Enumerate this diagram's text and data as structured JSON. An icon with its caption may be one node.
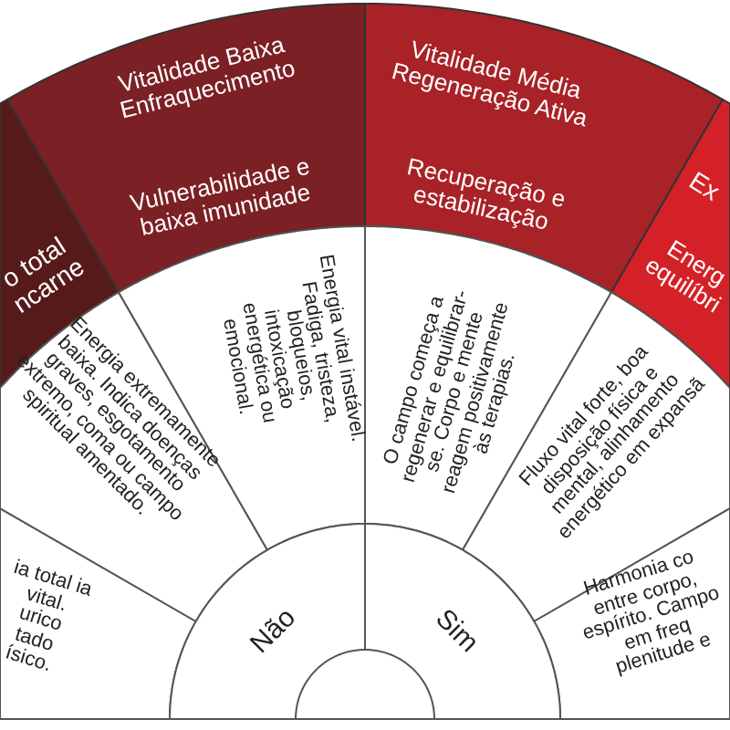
{
  "diagram": {
    "nodes": [
      {
        "text": [
          "o total ncarne"
        ]
      },
      {
        "text": [
          "Vitalidade Baixa Enfraquecimento",
          "Vulnerabilidade e baixa imunidade"
        ]
      },
      {
        "text": [
          "Vitalidade Média Regeneração Ativa",
          "Recuperação e estabilização"
        ]
      },
      {
        "text": [
          "Ex",
          "Energ equilíbri"
        ]
      },
      {
        "text": [
          "ia total ia vital. urico tado ísico."
        ]
      },
      {
        "text": [
          "Energia extremamente baixa. Indica doenças graves, esgotamento extremo, coma ou campo spiritual amentado."
        ]
      },
      {
        "text": [
          "Energia vital instável. Fadiga, tristeza, bloqueios, intoxicação energética ou emocional."
        ]
      },
      {
        "text": [
          "O campo começa a regenerar e equilibrar-se. Corpo e mente reagem positivamente às terapias."
        ]
      },
      {
        "text": [
          "Fluxo vital forte, boa disposição física e mental, alinhamento energético em expansã"
        ]
      },
      {
        "text": [
          "Harmonia co entre corpo, espírito. Campo em freq plenitude e"
        ]
      },
      {
        "text": [
          "Não"
        ]
      },
      {
        "text": [
          "Sim"
        ]
      }
    ]
  }
}
